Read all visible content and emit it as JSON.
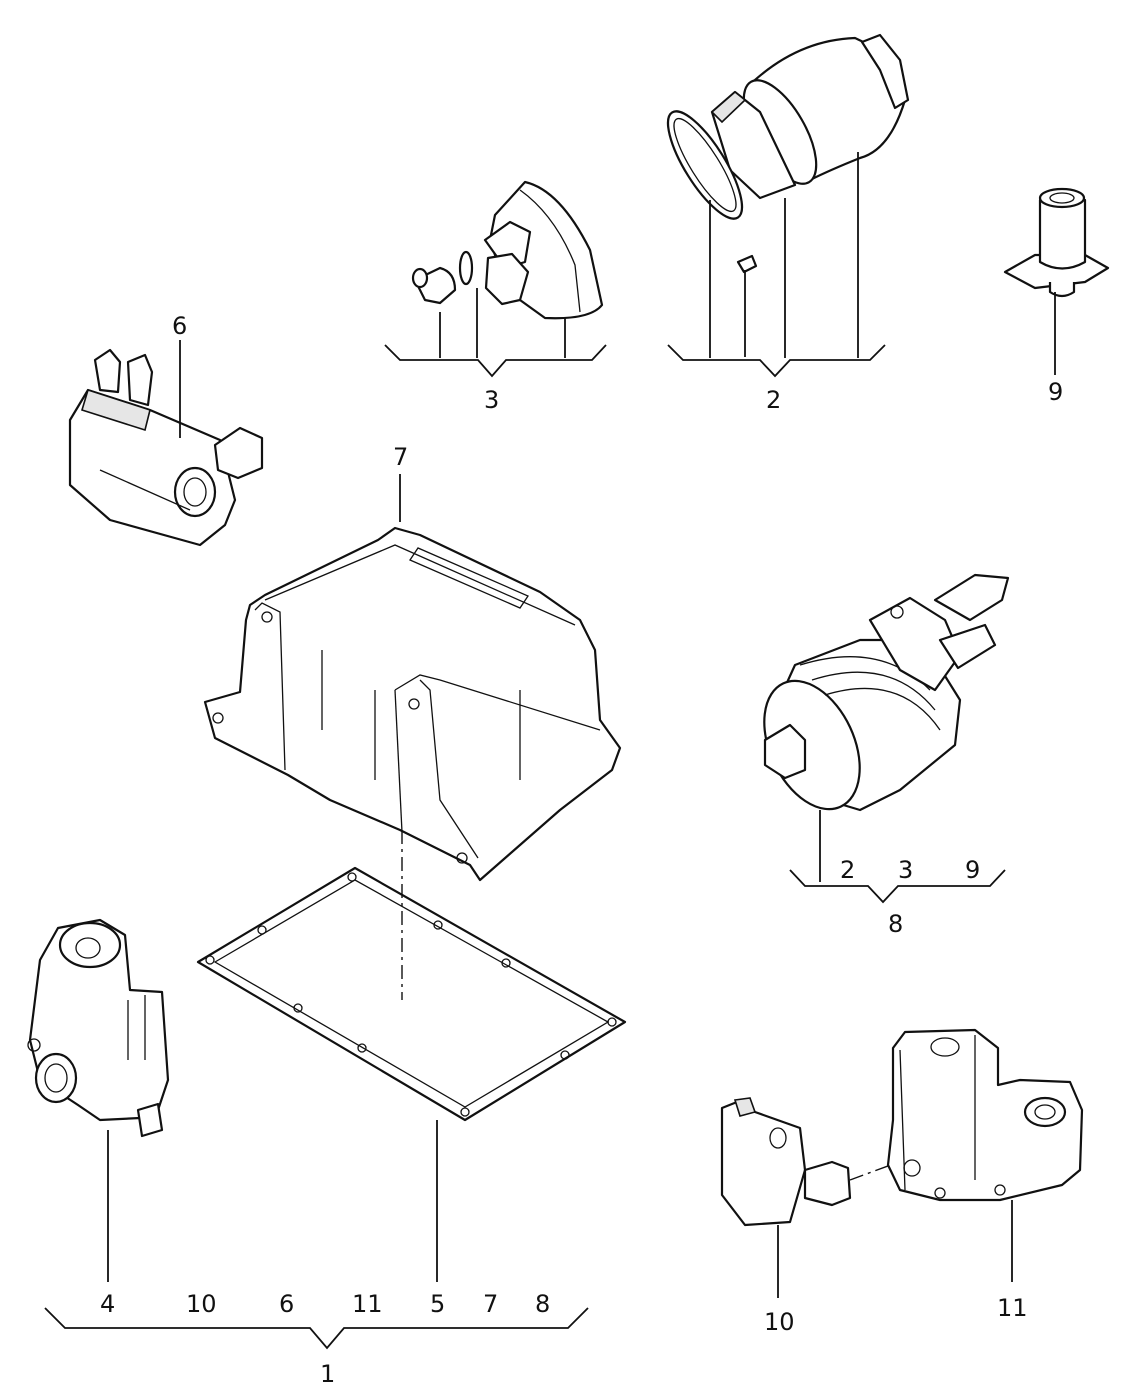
{
  "callouts": {
    "c1": "1",
    "c2": "2",
    "c3": "3",
    "c4": "4",
    "c5": "5",
    "c6": "6",
    "c7": "7",
    "c8": "8",
    "c9": "9",
    "c10": "10",
    "c11": "11"
  },
  "groups": {
    "g1": [
      "4",
      "10",
      "6",
      "11",
      "5",
      "7",
      "8"
    ],
    "g8": [
      "2",
      "3",
      "9"
    ]
  }
}
